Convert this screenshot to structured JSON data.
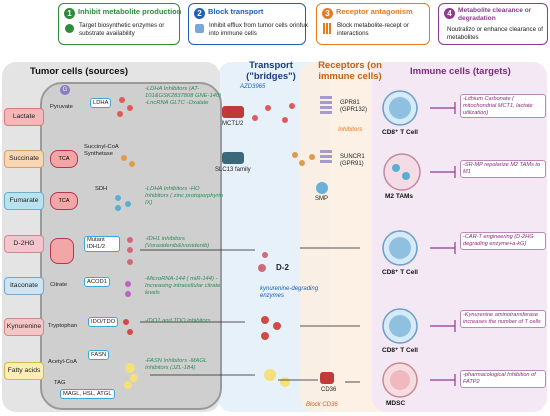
{
  "strategies": [
    {
      "num": "1",
      "title": "Inhibit metabolite production",
      "desc": "Target biosynthetic enzymes or substrate availability",
      "color": "#2e8b3a"
    },
    {
      "num": "2",
      "title": "Block transport",
      "desc": "Inhibit efflux from tumor cells orinfux into immune cells",
      "color": "#1f5fb4"
    },
    {
      "num": "3",
      "title": "Receptor antagonism",
      "desc": "Block metabolite-recept or interactions",
      "color": "#e87a1e"
    },
    {
      "num": "4",
      "title": "Metabolite clearance or degradation",
      "desc": "Noutralizo or enhance clearance of metabolites",
      "color": "#8e3a8e"
    }
  ],
  "columns": {
    "tumor": "Tumor cells (sources)",
    "transport": "Transport (\"bridges\")",
    "receptors": "Receptors (on immune cells)",
    "immune": "Immune cells (targets)"
  },
  "rows": [
    {
      "metabolite": "Lactate",
      "color": "#f4b8b8"
    },
    {
      "metabolite": "Succinate",
      "color": "#f7d6b3"
    },
    {
      "metabolite": "Fumarate",
      "color": "#b8e3ee"
    },
    {
      "metabolite": "D-2HG",
      "color": "#f2c6cc"
    },
    {
      "metabolite": "Itaconate",
      "color": "#cfe4f3"
    },
    {
      "metabolite": "Kynurenine",
      "color": "#f4c7c7"
    },
    {
      "metabolite": "Fatty acids",
      "color": "#fbedb5"
    }
  ],
  "tumor_labels": {
    "g": "G",
    "pyruvate": "Pyruvate",
    "ldha": "LDHA",
    "tca1": "TCA",
    "succ_syn": "Succinyl-CoA Synthetase",
    "tca2": "TCA",
    "sdh": "SDH",
    "mutant": "Mutant IDH1/2",
    "citrate": "Citrate",
    "acod1": "ACOD1",
    "tryptophan": "Tryptophan",
    "ido": "IDO/TDO",
    "acetyl": "Acetyl-CoA",
    "fasn": "FASN",
    "tag": "TAG",
    "magl": "MAGL, HSL, ATGL"
  },
  "inhibitors": [
    "-LDHA Inhibitors (AT-101&GSK2837808 GNE-140) -LncRNA GLTC -Oxalate",
    "-LDHA Inhibitors -HO Inhibitors ( zinc protoporphyrin IX)",
    "-IDH1 inhibitors (Vorasidenib&Ivosidenib)",
    "-MicroRNA-144 ( miR-144) -Increasing intracellular citrate levels",
    "-IDO1 and TDO inhibitors",
    "-FASN Inhibitors -MAGL Inhibitors (JZL-184)"
  ],
  "transport": {
    "mct": "MCT1/2",
    "azd": "AZD3965",
    "slc": "SLC13 family",
    "kyn_enzymes": "kynurenine-degrading enzymes",
    "cd36": "CD36",
    "block_cd36": "Block CD36",
    "d2": "D-2"
  },
  "receptors": {
    "gpr81": "GPR81 (GPR132)",
    "inhibitors": "Inhibitors",
    "sucnr1": "SUNCR1 (GPR91)",
    "smp": "SMP"
  },
  "immune_cells": [
    {
      "name": "CD8⁺ T Cell",
      "target": "-Lithium Carbonate ( mitochondrial MCT1, lactate utilization)"
    },
    {
      "name": "M2 TAMs",
      "target": "-SR-MP repolarize M2 TAMs to M1"
    },
    {
      "name": "CD8⁺ T Cell",
      "target": "-CAR-T engineering (D-2HG degrading enzyme+a-kG)"
    },
    {
      "name": "CD8⁺ T Cell",
      "target": "-Kynurenine aminotransferase increases the number of T cells"
    },
    {
      "name": "MDSC",
      "target": "-pharmacological Inhibition of FATP2"
    }
  ],
  "colors": {
    "tumor_panel": "#e4e4e4",
    "blue_panel": "#e6f1fa",
    "orange_panel": "#fdeee1",
    "purple_panel": "#f4e8f4"
  }
}
